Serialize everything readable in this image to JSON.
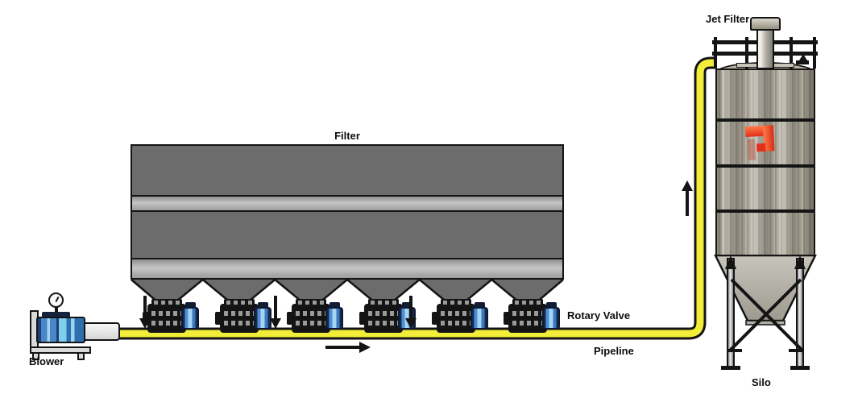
{
  "diagram": {
    "labels": {
      "filter": "Filter",
      "blower": "Blower",
      "rotary_valve": "Rotary Valve",
      "pipeline": "Pipeline",
      "jet_filter": "Jet Filter",
      "silo": "Silo"
    },
    "counts": {
      "filter_hoppers": 6,
      "rotary_valves": 6,
      "material_down_arrows": 3
    },
    "flow": {
      "pipeline_direction": "right",
      "riser_direction": "up",
      "hopper_discharge_direction": "down"
    },
    "colors": {
      "outline": "#141414",
      "pipe_yellow": "#F1ED38",
      "filter_body": "#6C6C6C",
      "filter_band": "#C2C2C2",
      "valve_motor_blue": "#4D8FD6",
      "blower_blue": "#4A86C8",
      "silo_metal": "#A6A193",
      "logo_red": "#E0301A"
    }
  }
}
